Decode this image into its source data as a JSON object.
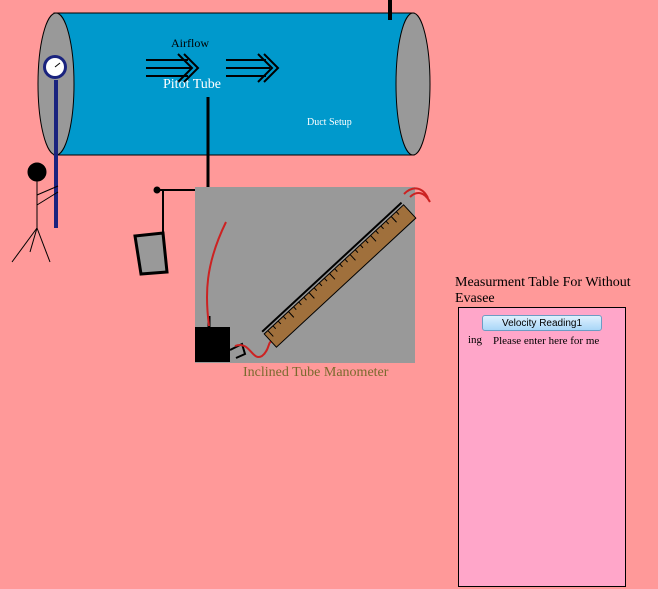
{
  "diagram": {
    "airflow_label": "Airflow",
    "pitot_label": "Pitot Tube",
    "duct_label": "Duct Setup",
    "manometer_label": "Inclined Tube Manometer"
  },
  "colors": {
    "background": "#ff9999",
    "duct": "#0099cc",
    "manometer_panel": "#999999",
    "table_panel": "#ffa6c9",
    "scale": "#a0703c"
  },
  "table": {
    "title": "Measurment Table For Without Evasee",
    "button_label": "Velocity Reading1",
    "row_prefix": "ing",
    "input_placeholder": "Please enter here for me"
  }
}
